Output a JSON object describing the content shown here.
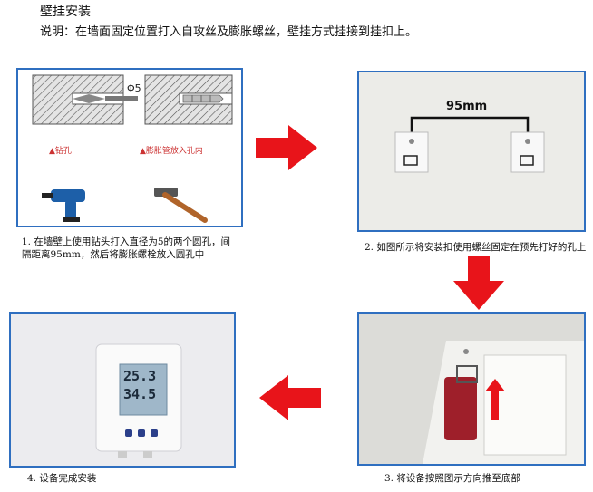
{
  "title": "壁挂安装",
  "description": "说明：在墙面固定位置打入自攻丝及膨胀螺丝，壁挂方式挂接到挂扣上。",
  "step1": {
    "caption": "1. 在墙壁上使用钻头打入直径为5的两个圆孔，间隔距离95mm，然后将膨胀螺栓放入圆孔中",
    "diameter_label": "Φ5",
    "drill_label": "▲钻孔",
    "anchor_label": "▲膨胀管放入孔内"
  },
  "step2": {
    "caption": "2. 如图所示将安装扣使用螺丝固定在预先打好的孔上",
    "distance_label": "95mm"
  },
  "step3": {
    "caption": "3. 将设备按照图示方向推至底部"
  },
  "step4": {
    "caption": "4. 设备完成安装",
    "reading_top": "25.3",
    "reading_bottom": "34.5"
  },
  "colors": {
    "panel_border": "#2f6fc0",
    "arrow": "#e8141a"
  }
}
